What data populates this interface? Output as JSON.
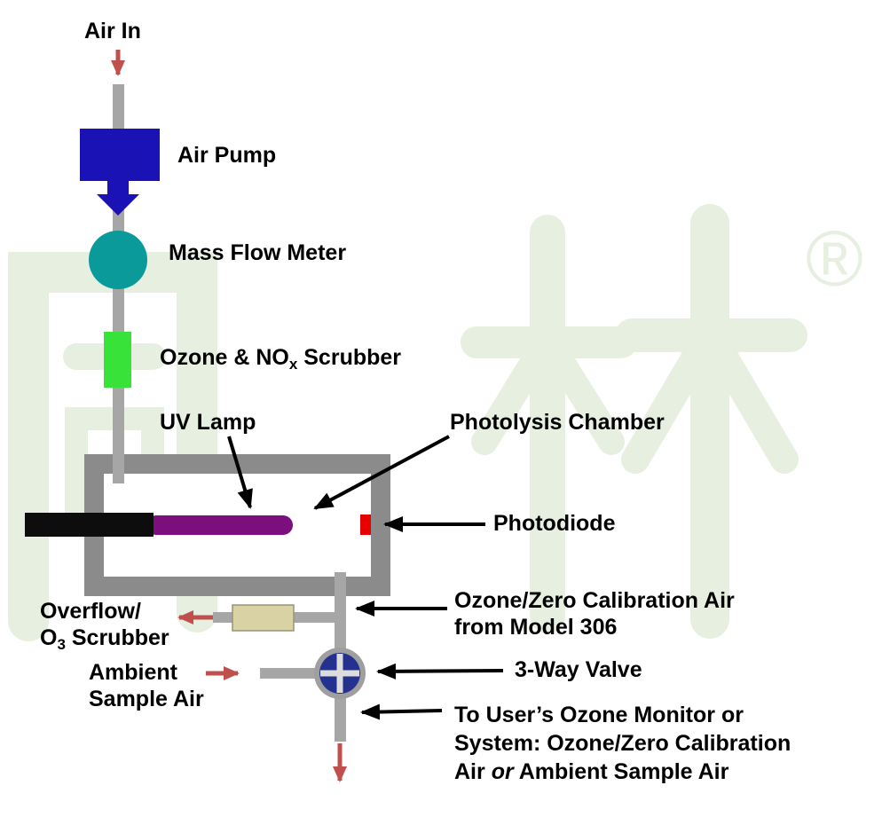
{
  "diagram": {
    "air_in": "Air In",
    "air_pump": "Air Pump",
    "mass_flow_meter": "Mass Flow Meter",
    "scrubber_pre": "Ozone & NO",
    "scrubber_sub": "x",
    "scrubber_post": " Scrubber",
    "uv_lamp": "UV Lamp",
    "photolysis_chamber": "Photolysis Chamber",
    "photodiode": "Photodiode",
    "cal_air_line1": "Ozone/Zero Calibration Air",
    "cal_air_line2": "from Model 306",
    "overflow_line1": "Overflow/",
    "overflow_pre": "O",
    "overflow_sub": "3",
    "overflow_post": " Scrubber",
    "ambient_line1": "Ambient",
    "ambient_line2": "Sample Air",
    "valve": "3-Way Valve",
    "out_line1": "To User’s Ozone Monitor or",
    "out_line2": "System: Ozone/Zero Calibration",
    "out_line3_pre": "Air ",
    "out_line3_italic": "or",
    "out_line3_post": " Ambient Sample Air"
  },
  "watermark": {
    "text": "同林",
    "registered": "®",
    "color": "#e7efe0"
  },
  "colors": {
    "pipe_gray": "#a6a6a6",
    "pump_blue": "#1b12b5",
    "meter_teal": "#0a9a9a",
    "meter_edge": "#067d7d",
    "scrubber_green": "#38e238",
    "scrubber_edge": "#1aa81a",
    "chamber_gray": "#8b8b8b",
    "rod_black": "#0d0d0d",
    "lamp_purple": "#7d0e7d",
    "photodiode_red": "#e60000",
    "overflow_tan": "#d9d2a5",
    "overflow_edge": "#9a9470",
    "valve_ring": "#9f9f9f",
    "valve_blue": "#24318f",
    "valve_cross": "#dcdcdc",
    "arrow_red": "#c0504d",
    "arrow_black": "#000000"
  }
}
